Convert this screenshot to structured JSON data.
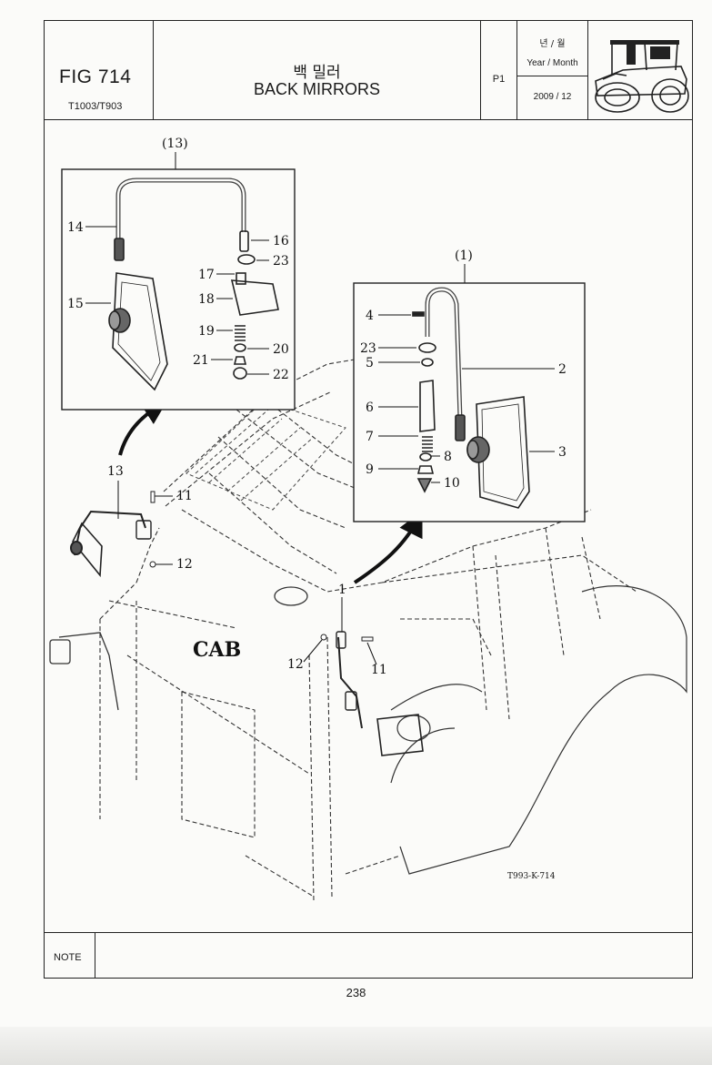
{
  "header": {
    "fig": "FIG 714",
    "model": "T1003/T903",
    "title_kr": "백 밀러",
    "title_en": "BACK MIRRORS",
    "page": "P1",
    "date_label_kr": "년 / 월",
    "date_label_en": "Year / Month",
    "date_value": "2009 / 12",
    "tractor_icon": "tractor-icon"
  },
  "diagram": {
    "cab_label": "CAB",
    "drawing_code": "T993-K-714",
    "inset_left_ref": "(13)",
    "inset_right_ref": "(1)",
    "callouts_left": [
      "14",
      "15",
      "16",
      "23",
      "17",
      "18",
      "19",
      "20",
      "21",
      "22"
    ],
    "callouts_right": [
      "4",
      "23",
      "5",
      "2",
      "6",
      "7",
      "8",
      "3",
      "9",
      "10"
    ],
    "callouts_main": [
      "13",
      "11",
      "12",
      "1",
      "12",
      "11"
    ]
  },
  "footer": {
    "note_label": "NOTE",
    "page_number": "238"
  }
}
